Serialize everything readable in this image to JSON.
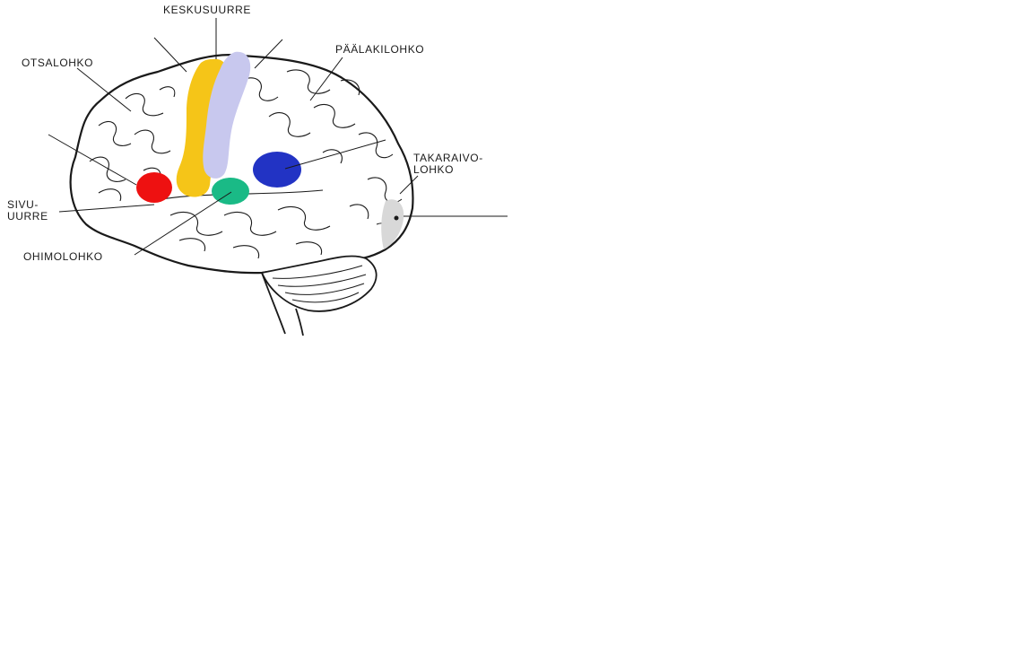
{
  "labels": {
    "central_sulcus": "KESKUSUURRE",
    "frontal_lobe": "OTSALOHKO",
    "parietal_lobe": "PÄÄLAKILOHKO",
    "occipital_lobe_line1": "TAKARAIVO-",
    "occipital_lobe_line2": "LOHKO",
    "lateral_sulcus_line1": "SIVU-",
    "lateral_sulcus_line2": "UURRE",
    "temporal_lobe": "OHIMOLOHKO"
  },
  "colors": {
    "red_area": "#ee1111",
    "motor_strip": "#f5c518",
    "sensory_strip": "#c8c8ee",
    "green_area": "#1aba86",
    "blue_area": "#2233c4",
    "outline": "#1a1a1a"
  }
}
